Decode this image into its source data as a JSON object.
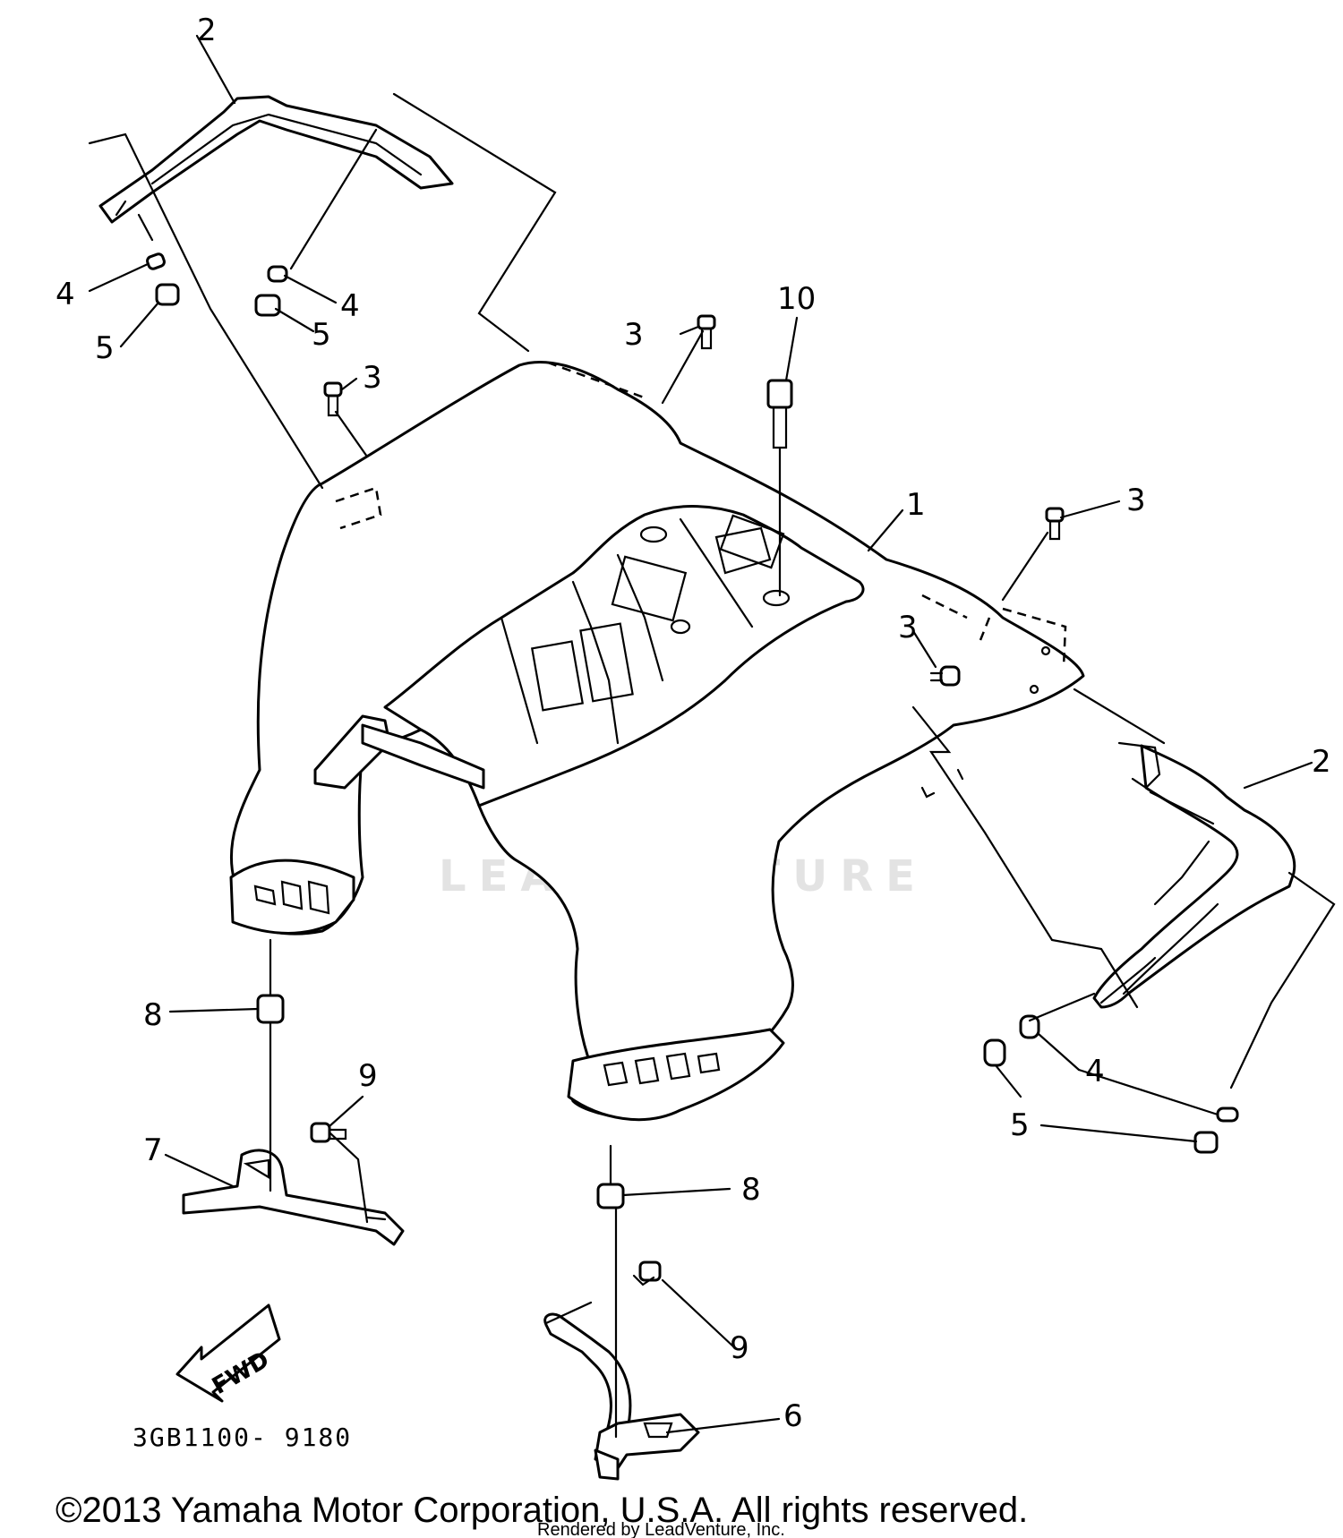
{
  "diagram": {
    "callouts": {
      "c1": "1",
      "c2a": "2",
      "c2b": "2",
      "c3a": "3",
      "c3b": "3",
      "c3c": "3",
      "c3d": "3",
      "c4a": "4",
      "c4b": "4",
      "c4c": "4",
      "c5a": "5",
      "c5b": "5",
      "c5c": "5",
      "c6": "6",
      "c7": "7",
      "c8a": "8",
      "c8b": "8",
      "c9a": "9",
      "c9b": "9",
      "c10": "10"
    },
    "fwd_label": "FWD",
    "part_code": "3GB1100- 9180",
    "watermark": "LEADVENTURE",
    "copyright": "©2013 Yamaha Motor Corporation, U.S.A. All rights reserved.",
    "rendered_by": "Rendered by LeadVenture, Inc."
  }
}
